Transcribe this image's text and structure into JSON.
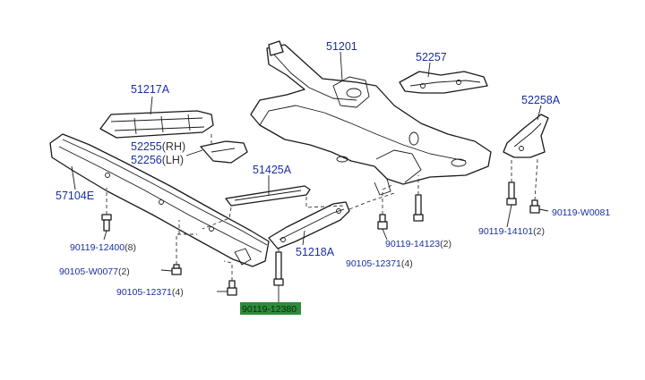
{
  "labels": {
    "l51201": {
      "text": "51201"
    },
    "l52257": {
      "text": "52257"
    },
    "l51217a": {
      "text": "51217A"
    },
    "l52258a": {
      "text": "52258A"
    },
    "l52255": {
      "text": "52255",
      "suffix": "(RH)"
    },
    "l52256": {
      "text": "52256",
      "suffix": "(LH)"
    },
    "l51425a": {
      "text": "51425A"
    },
    "l57104e": {
      "text": "57104E"
    },
    "l51218a": {
      "text": "51218A"
    },
    "l90119_12400": {
      "text": "90119-12400",
      "suffix": "(8)"
    },
    "l90105_w0077": {
      "text": "90105-W0077",
      "suffix": "(2)"
    },
    "l90105_12371a": {
      "text": "90105-12371",
      "suffix": "(4)"
    },
    "l90105_12371b": {
      "text": "90105-12371",
      "suffix": "(4)"
    },
    "l90119_14123": {
      "text": "90119-14123",
      "suffix": "(2)"
    },
    "l90119_14101": {
      "text": "90119-14101",
      "suffix": "(2)"
    },
    "l90119_w0081": {
      "text": "90119-W0081"
    },
    "l90119_12380": {
      "text": "90119-12380"
    }
  },
  "colors": {
    "label": "#1a2fa0",
    "highlight": "#2e8b3a",
    "line": "#1a1a1a"
  }
}
